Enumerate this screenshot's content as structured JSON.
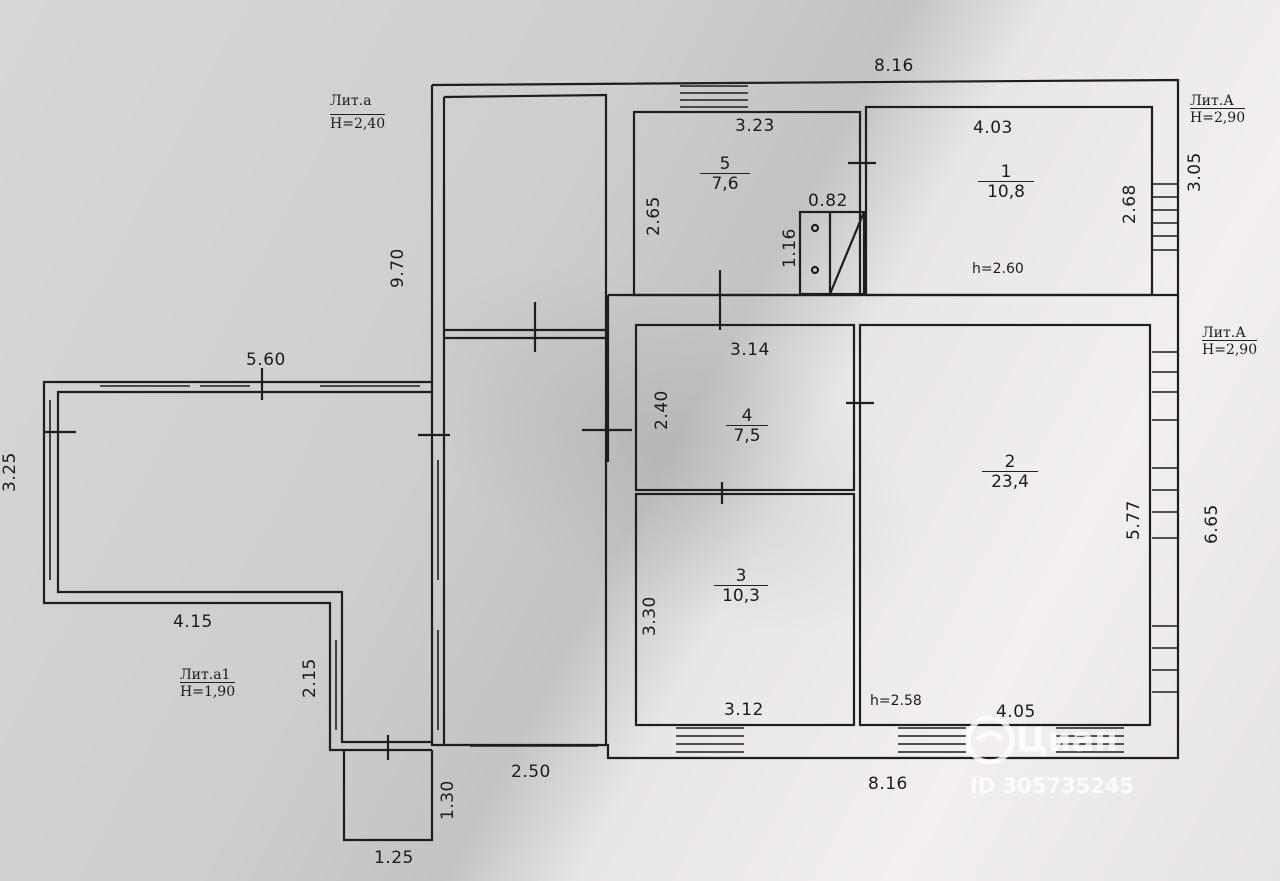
{
  "dimensions": {
    "top_total": "8.16",
    "bottom_total": "8.16",
    "left_height": "9.70",
    "room5_width": "3.23",
    "room5_height": "2.65",
    "room1_width": "4.03",
    "room1_height": "2.68",
    "right_top_height": "3.05",
    "stair_width": "0.82",
    "stair_height": "1.16",
    "room4_width": "3.14",
    "room4_height": "2.40",
    "room2_height": "5.77",
    "right_bottom_height": "6.65",
    "room3_height": "3.30",
    "room3_width": "3.12",
    "room2_width": "4.05",
    "veranda_width": "5.60",
    "veranda_height": "3.25",
    "veranda_bottom": "4.15",
    "veranda_side": "2.15",
    "porch_height": "1.30",
    "porch_width": "1.25",
    "middle_bottom": "2.50"
  },
  "rooms": [
    {
      "number": "1",
      "area": "10,8"
    },
    {
      "number": "2",
      "area": "23,4"
    },
    {
      "number": "3",
      "area": "10,3"
    },
    {
      "number": "4",
      "area": "7,5"
    },
    {
      "number": "5",
      "area": "7,6"
    }
  ],
  "heights": {
    "room1": "h=2.60",
    "room2": "h=2.58"
  },
  "literals": [
    {
      "name": "Лит.а",
      "h": "Н=2,40"
    },
    {
      "name": "Лит.А",
      "h": "Н=2,90"
    },
    {
      "name": "Лит.А",
      "h": "Н=2,90"
    },
    {
      "name": "Лит.а1",
      "h": "Н=1,90"
    }
  ],
  "watermark": {
    "brand": "Циан",
    "id": "ID 305735245"
  }
}
